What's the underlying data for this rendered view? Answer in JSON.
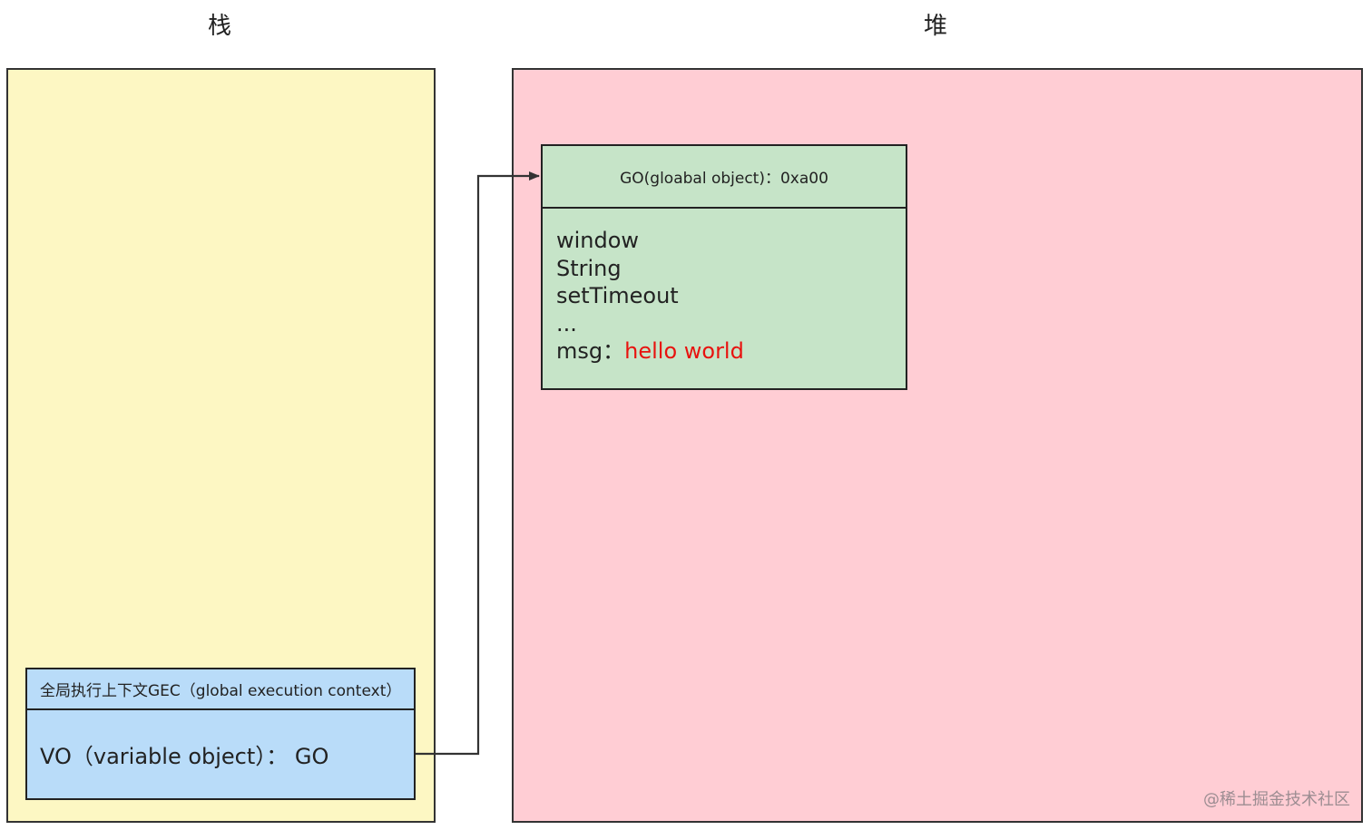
{
  "stack": {
    "title": "栈",
    "gec": {
      "header": "全局执行上下文GEC（global execution context）",
      "vo_line": "VO（variable object）： GO"
    }
  },
  "heap": {
    "title": "堆",
    "go": {
      "header": "GO(gloabal object)：0xa00",
      "properties": [
        "window",
        "String",
        "setTimeout",
        "..."
      ],
      "msg_label": "msg：",
      "msg_value": "hello world"
    }
  },
  "watermark": "@稀土掘金技术社区",
  "colors": {
    "stack_bg": "#fdf7c3",
    "heap_bg": "#ffcdd4",
    "gec_bg": "#b9dcf9",
    "go_bg": "#c6e4c8",
    "msg_value": "#e8120f"
  }
}
